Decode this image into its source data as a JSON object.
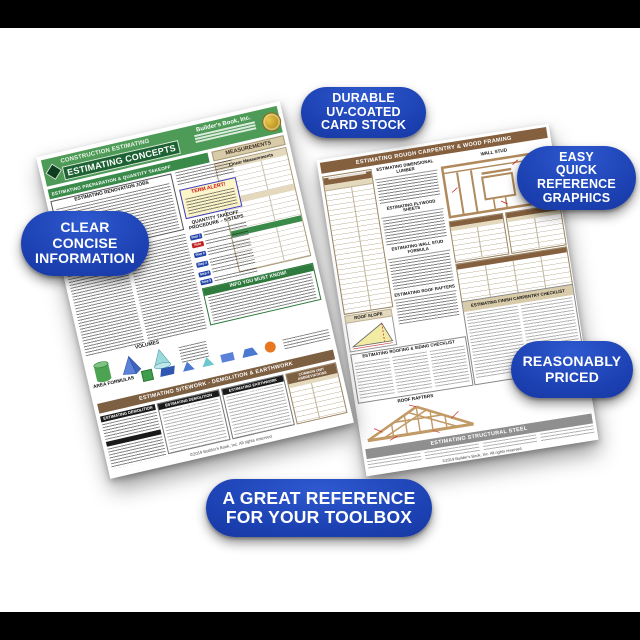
{
  "page": {
    "background": "#FFFFFF",
    "letterbox": "#000000"
  },
  "colors": {
    "badge_blue": "#16339E",
    "card_green": "#4E9B57",
    "banner_brown": "#7D5F41",
    "banner_gray": "#8F8F8F",
    "seal_gold": "#C9A227",
    "alert_red": "#CC1111",
    "wood_tan": "#C29A66",
    "accent_orange": "#E87722"
  },
  "badges": {
    "durable": {
      "lines": [
        "DURABLE",
        "UV-COATED",
        "CARD STOCK"
      ]
    },
    "easy_reference": {
      "lines": [
        "EASY",
        "QUICK",
        "REFERENCE",
        "GRAPHICS"
      ]
    },
    "clear_info": {
      "lines": [
        "CLEAR",
        "CONCISE",
        "INFORMATION"
      ]
    },
    "reasonably_priced": {
      "lines": [
        "REASONABLY",
        "PRICED"
      ]
    },
    "toolbox": {
      "lines": [
        "A GREAT REFERENCE",
        "FOR YOUR TOOLBOX"
      ]
    }
  },
  "left_card": {
    "brand": "Builder's Book, Inc.",
    "title_kicker": "CONSTRUCTION ESTIMATING",
    "title": "ESTIMATING CONCEPTS",
    "section_band": "ESTIMATING PREPARATION & QUANTITY TAKEOFF",
    "measurements": {
      "header": "MEASUREMENTS",
      "sub": "Linear Measurements"
    },
    "renovation_header": "ESTIMATING RENOVATION JOBS",
    "term_alert": "TERM ALERT!",
    "takeoff_header_1": "QUANTITY TAKEOFF",
    "takeoff_header_2": "PROCEDURE – 5 STEPS",
    "step_labels": [
      "Step 1",
      "Rule",
      "Step 2",
      "Step 3",
      "Step 4",
      "Step 5"
    ],
    "volumes_label": "VOLUMES",
    "area_label": "AREA FORMULAS",
    "info_header": "INFO YOU MUST KNOW!",
    "sitework_banner": "ESTIMATING SITEWORK - DEMOLITION & EARTHWORK",
    "demolition_header": "ESTIMATING DEMOLITION",
    "demolition_checklist": "ESTIMATING DEMOLITION CHECKLIST",
    "earthwork_checklist": "ESTIMATING EARTHWORK CHECKLIST",
    "abbreviations_header": "COMMON UNIT ABBREVIATIONS",
    "copyright": "©2019 Builder's Book, Inc. All rights reserved"
  },
  "right_card": {
    "banner": "ESTIMATING ROUGH CARPENTRY & WOOD FRAMING",
    "dimensional_lumber": "ESTIMATING DIMENSIONAL LUMBER",
    "plywood_sheets": "ESTIMATING PLYWOOD SHEETS",
    "wall_stud_formula": "ESTIMATING WALL STUD FORMULA",
    "roof_rafters_formula": "ESTIMATING ROOF RAFTERS",
    "wall_stud_label": "WALL STUD",
    "roof_slope_label": "ROOF SLOPE",
    "roofing_checklist": "ESTIMATING ROOFING & SIDING CHECKLIST",
    "finish_checklist": "ESTIMATING FINISH CARPENTRY CHECKLIST",
    "roof_rafters_label": "ROOF RAFTERS",
    "structural_steel_banner": "ESTIMATING STRUCTURAL STEEL",
    "copyright": "©2019 Builder's Book, Inc. All rights reserved"
  }
}
